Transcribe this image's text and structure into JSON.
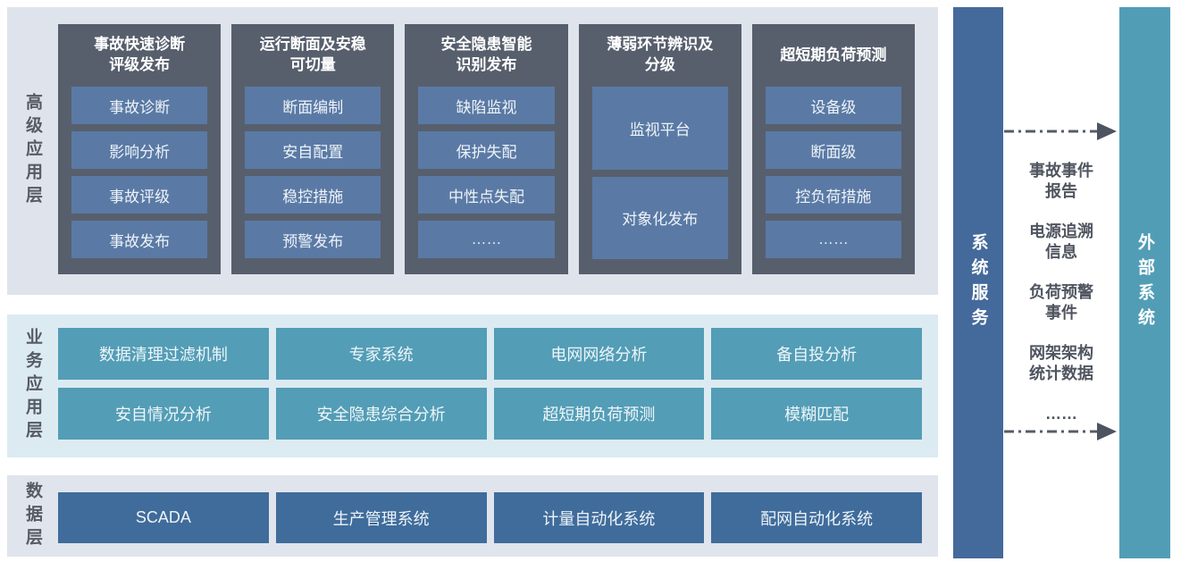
{
  "layers": {
    "advanced": {
      "label": "高级应用层",
      "columns": [
        {
          "header": "事故快速诊断\n评级发布",
          "items": [
            "事故诊断",
            "影响分析",
            "事故评级",
            "事故发布"
          ]
        },
        {
          "header": "运行断面及安稳\n可切量",
          "items": [
            "断面编制",
            "安自配置",
            "稳控措施",
            "预警发布"
          ]
        },
        {
          "header": "安全隐患智能\n识别发布",
          "items": [
            "缺陷监视",
            "保护失配",
            "中性点失配",
            "……"
          ]
        },
        {
          "header": "薄弱环节辨识及\n分级",
          "items": [
            "监视平台",
            "对象化发布"
          ]
        },
        {
          "header": "超短期负荷预测",
          "items": [
            "设备级",
            "断面级",
            "控负荷措施",
            "……"
          ]
        }
      ]
    },
    "business": {
      "label": "业务应用层",
      "rows": [
        [
          "数据清理过滤机制",
          "专家系统",
          "电网网络分析",
          "备自投分析"
        ],
        [
          "安自情况分析",
          "安全隐患综合分析",
          "超短期负荷预测",
          "模糊匹配"
        ]
      ]
    },
    "data": {
      "label": "数据层",
      "items": [
        "SCADA",
        "生产管理系统",
        "计量自动化系统",
        "配网自动化系统"
      ]
    }
  },
  "right_panel": {
    "system_service_label": "系统服务",
    "external_system_label": "外部系统",
    "exchange_items": [
      "事故事件\n报告",
      "电源追溯\n信息",
      "负荷预警\n事件",
      "网架架构\n统计数据",
      "……"
    ]
  },
  "colors": {
    "advanced_bg": "#dfe3ec",
    "business_bg": "#dcebf1",
    "data_bg": "#e0e4ed",
    "column_container": "#575f6d",
    "app_box": "#5a7aa5",
    "business_box": "#539db6",
    "data_box": "#3f6c9b",
    "system_bar": "#44699b",
    "external_bar": "#529db6",
    "label_text": "#565b66",
    "arrow": "#4d5461"
  }
}
